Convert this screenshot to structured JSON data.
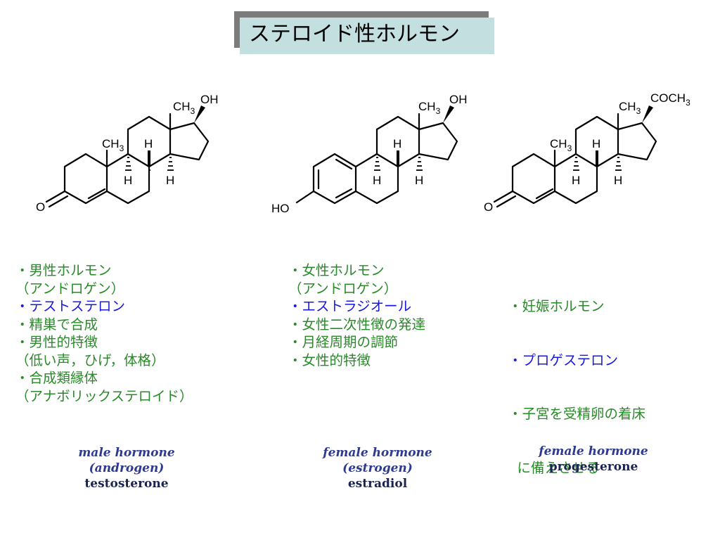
{
  "title": "ステロイド性ホルモン",
  "colors": {
    "title_bg": "#c3dfe0",
    "title_shadow": "#7b7b7b",
    "green_text": "#2a8a2a",
    "blue_text": "#1a1adf",
    "caption_italic": "#2e3a8f",
    "caption_name": "#1c2350"
  },
  "structures": {
    "testosterone": {
      "ch3_17": "CH3",
      "oh": "OH",
      "ch3_10": "CH3",
      "h8": "H",
      "h9": "H",
      "h14": "H",
      "o3": "O"
    },
    "estradiol": {
      "ch3_17": "CH3",
      "oh": "OH",
      "h8": "H",
      "h9": "H",
      "h14": "H",
      "ho3": "HO"
    },
    "progesterone": {
      "ch3_17": "CH3",
      "coch3": "COCH3",
      "ch3_10": "CH3",
      "h8": "H",
      "h9": "H",
      "h14": "H",
      "o3": "O"
    }
  },
  "columns": [
    {
      "lines": [
        "・男性ホルモン",
        "（アンドロゲン）",
        "・テストステロン",
        "・精巣で合成",
        "・男性的特徴",
        "（低い声，ひげ，体格）",
        "・合成類縁体",
        "（アナボリックステロイド）"
      ]
    },
    {
      "lines": [
        "・女性ホルモン",
        "（アンドロゲン）",
        "・エストラジオール",
        "・女性二次性徴の発達",
        "・月経周期の調節",
        "・女性的特徴"
      ]
    },
    {
      "lines": [
        "・妊娠ホルモン",
        "・プロゲステロン",
        "・子宮を受精卵の着床",
        "  に備えさせる"
      ]
    }
  ],
  "captions": [
    {
      "line1": "male hormone",
      "line2": "(androgen)",
      "name": "testosterone"
    },
    {
      "line1": "female hormone",
      "line2": "(estrogen)",
      "name": "estradiol"
    },
    {
      "line1": "female hormone",
      "name": "progesterone"
    }
  ]
}
